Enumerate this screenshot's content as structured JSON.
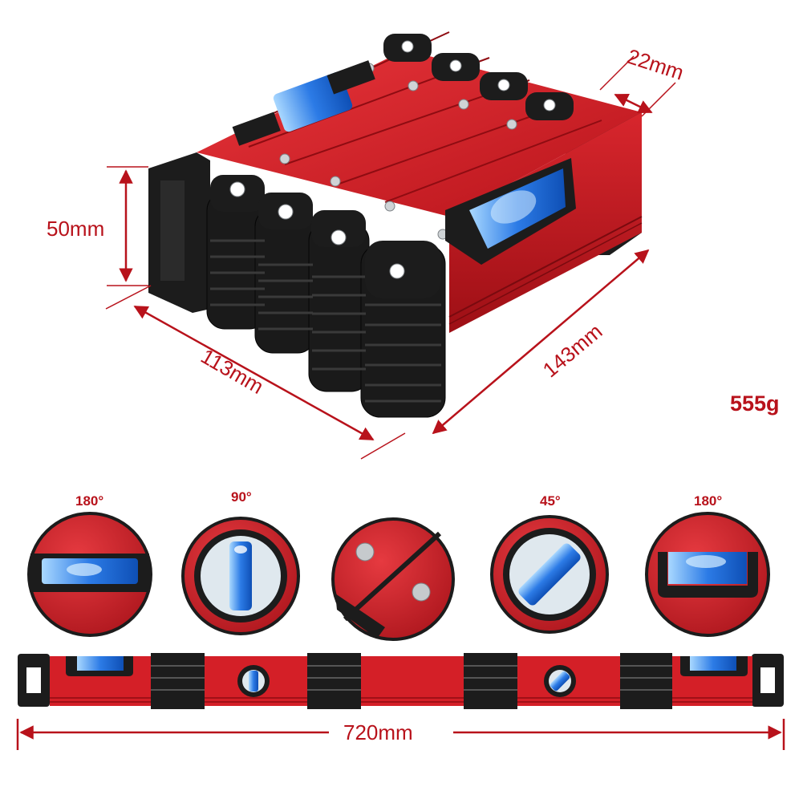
{
  "product_dimensions": {
    "thickness": "22mm",
    "height": "50mm",
    "width": "113mm",
    "length": "143mm",
    "weight": "555g",
    "extended_length": "720mm"
  },
  "vial_angles": [
    "180°",
    "90°",
    "45°",
    "180°"
  ],
  "colors": {
    "body_red": "#d41f27",
    "dimension_red": "#b8121b",
    "hinge_black": "#1c1c1c",
    "vial_blue": "#2c7be6"
  }
}
